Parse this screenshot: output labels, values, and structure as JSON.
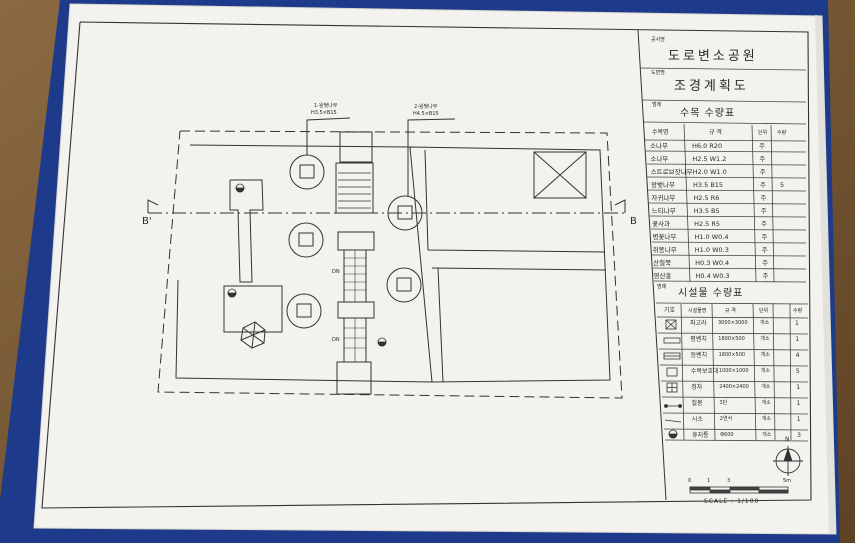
{
  "title_block": {
    "project_label": "공사명",
    "project_name": "도로변소공원",
    "drawing_label": "도면명",
    "drawing_name": "조경계획도"
  },
  "tree_table": {
    "section_label": "범례",
    "title": "수목 수량표",
    "headers": [
      "수목명",
      "규 격",
      "단위",
      "수량"
    ],
    "rows": [
      [
        "소나무",
        "H6.0 R20",
        "주",
        ""
      ],
      [
        "소나무",
        "H2.5 W1.2",
        "주",
        ""
      ],
      [
        "스트로브잣나무",
        "H2.0 W1.0",
        "주",
        ""
      ],
      [
        "왕벚나무",
        "H3.5 B15",
        "주",
        "5"
      ],
      [
        "자귀나무",
        "H2.5 R6",
        "주",
        ""
      ],
      [
        "느티나무",
        "H3.5 B5",
        "주",
        ""
      ],
      [
        "꽃사과",
        "H2.5 R5",
        "주",
        ""
      ],
      [
        "병꽃나무",
        "H1.0 W0.4",
        "주",
        ""
      ],
      [
        "쥐똥나무",
        "H1.0 W0.3",
        "주",
        ""
      ],
      [
        "산철쭉",
        "H0.3 W0.4",
        "주",
        ""
      ],
      [
        "영산홍",
        "H0.4 W0.3",
        "주",
        ""
      ]
    ]
  },
  "facility_table": {
    "section_label": "범례",
    "title": "시설물 수량표",
    "headers": [
      "기호",
      "시설물명",
      "규 격",
      "단위",
      "수량"
    ],
    "rows": [
      [
        "",
        "파고라",
        "3000×3000",
        "개소",
        "1"
      ],
      [
        "",
        "평벤치",
        "1800×500",
        "개소",
        "1"
      ],
      [
        "",
        "등벤치",
        "1800×500",
        "개소",
        "4"
      ],
      [
        "",
        "수목보호대",
        "1000×1000",
        "개소",
        "5"
      ],
      [
        "",
        "정자",
        "2400×2400",
        "개소",
        "1"
      ],
      [
        "",
        "철봉",
        "3단",
        "개소",
        "1"
      ],
      [
        "",
        "시소",
        "2연식",
        "개소",
        "1"
      ],
      [
        "",
        "휴지통",
        "Φ600",
        "개소",
        "3"
      ]
    ]
  },
  "plan": {
    "section_a": "B'",
    "section_b": "B",
    "stair_labels": [
      "DN",
      "DN"
    ],
    "leader_1_top": "1-왕벚나무",
    "leader_1_bottom": "H3.5×B15",
    "leader_2_top": "2-왕벚나무",
    "leader_2_bottom": "H4.5×B15"
  },
  "north_label": "N",
  "scale_ticks": [
    "0",
    "1",
    "3",
    "5m"
  ],
  "scale_text": "SCALE : 1/100",
  "colors": {
    "paper": "#f3f2ee",
    "ink": "#2a2a2a",
    "desk": "#7a5a34",
    "folder": "#1e3a8a"
  }
}
